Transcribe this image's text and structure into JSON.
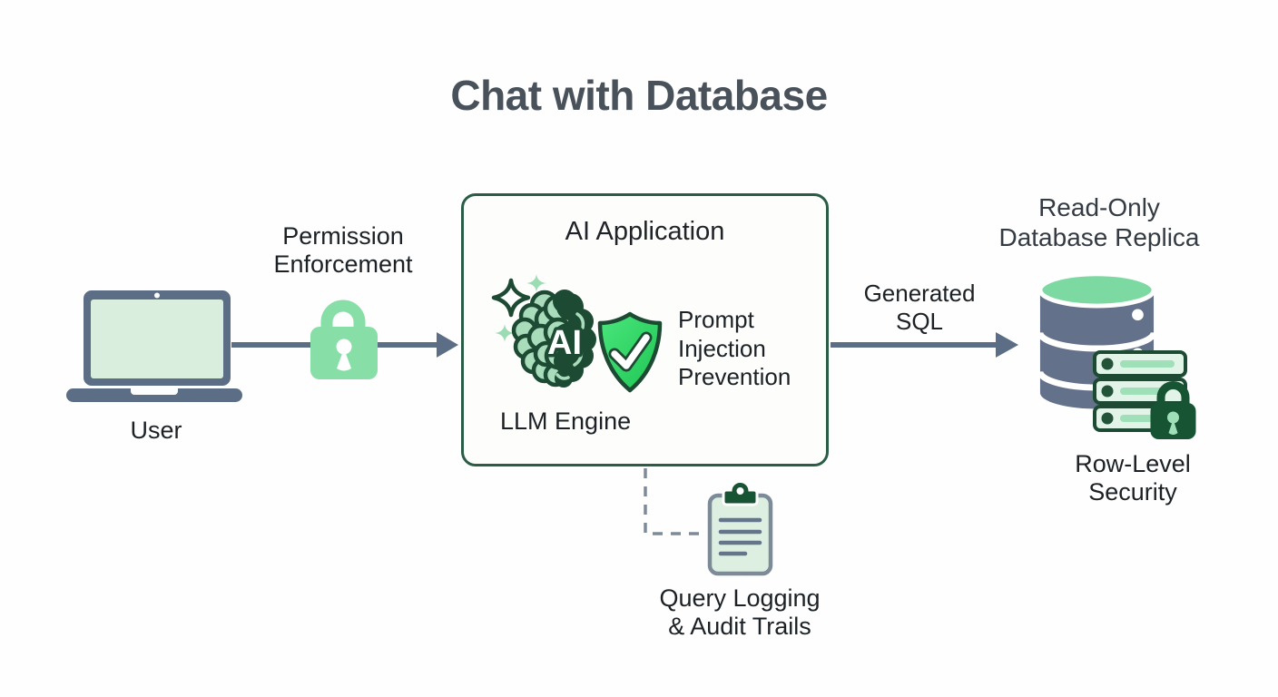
{
  "title": "Chat with Database",
  "flow": {
    "user": {
      "label": "User"
    },
    "permission": {
      "line1": "Permission",
      "line2": "Enforcement"
    },
    "ai_app": {
      "title": "AI Application",
      "ai_badge": "AI",
      "prompt_protection": {
        "line1": "Prompt",
        "line2": "Injection",
        "line3": "Prevention"
      },
      "engine_label": "LLM Engine"
    },
    "generated_sql": {
      "line1": "Generated",
      "line2": "SQL"
    },
    "replica": {
      "line1": "Read-Only",
      "line2": "Database Replica"
    },
    "row_level_security": {
      "line1": "Row-Level",
      "line2": "Security"
    },
    "audit": {
      "line1": "Query Logging",
      "line2": "& Audit Trails"
    }
  },
  "icons": {
    "user": "laptop-icon",
    "permission": "green-padlock-icon",
    "llm_engine": "ai-brain-icon with sparkles-icon",
    "prompt_protection": "shield-check-icon",
    "replica": "database-cylinder-icon",
    "row_level_security": "server-rack-icon with dark-padlock-icon",
    "audit": "clipboard-icon",
    "connectors": "solid-arrow x2, dashed-elbow x1"
  },
  "colors": {
    "background": "#fefefe",
    "title_text": "#49525a",
    "label_text": "#1c2125",
    "heading_text": "#343b43",
    "slate_gray": "#5b6e86",
    "database_body": "#64718a",
    "dark_green": "#1d4a33",
    "deep_green": "#175433",
    "light_green": "#87dfa7",
    "pale_green": "#d9eedd",
    "brain_green": "#a9dcbb",
    "db_top_green": "#7cd9a2",
    "shield_green": "#2ed160",
    "box_border": "#2b5c46",
    "connector_gray": "#7d8b99"
  }
}
